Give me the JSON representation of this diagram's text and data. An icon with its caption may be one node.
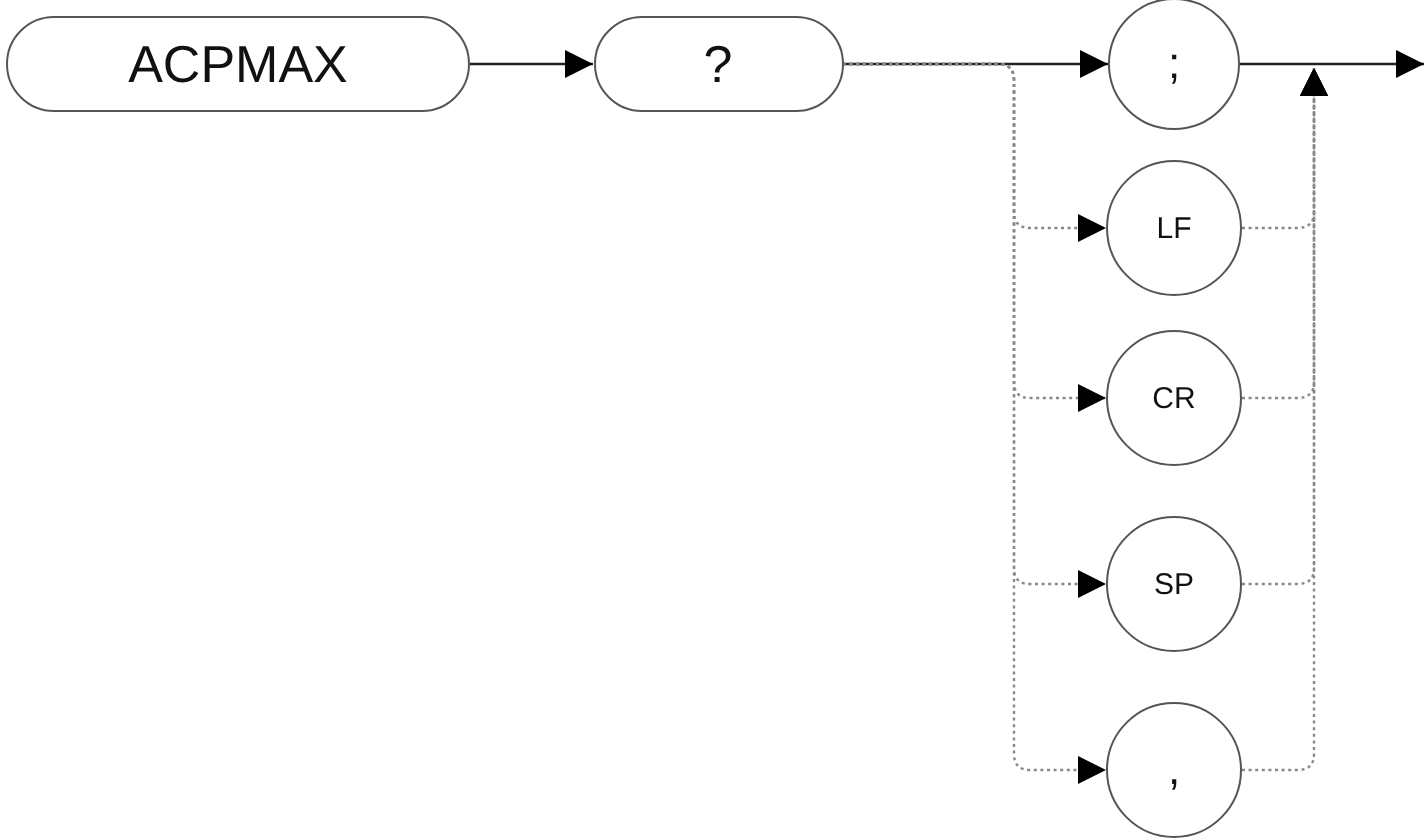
{
  "diagram": {
    "nodes": [
      {
        "text": [
          "ACPMAX"
        ]
      },
      {
        "text": [
          "?"
        ]
      },
      {
        "text": [
          ";"
        ]
      },
      {
        "text": [
          "LF"
        ]
      },
      {
        "text": [
          "CR"
        ]
      },
      {
        "text": [
          "SP"
        ]
      },
      {
        "text": [
          ","
        ]
      }
    ],
    "edges": [
      {
        "from": 0,
        "to": 1,
        "arrow": "to",
        "color": "#222222"
      },
      {
        "from": 1,
        "to": 2,
        "arrow": "to",
        "color": "#222222"
      },
      {
        "from": 1,
        "to": 3,
        "arrow": "to",
        "style": "dashed"
      },
      {
        "from": 1,
        "to": 4,
        "arrow": "to",
        "style": "dashed"
      },
      {
        "from": 1,
        "to": 5,
        "arrow": "to",
        "style": "dashed"
      },
      {
        "from": 1,
        "to": 6,
        "arrow": "to",
        "style": "dashed"
      },
      {
        "from": 2,
        "to": null,
        "arrow": "to",
        "color": "#222222"
      },
      {
        "from": 3,
        "to": null,
        "arrow": "to",
        "style": "dashed"
      },
      {
        "from": 4,
        "to": null,
        "arrow": "to",
        "style": "dashed"
      },
      {
        "from": 5,
        "to": null,
        "arrow": "to",
        "style": "dashed"
      },
      {
        "from": 6,
        "to": null,
        "arrow": "to",
        "style": "dashed"
      }
    ]
  }
}
